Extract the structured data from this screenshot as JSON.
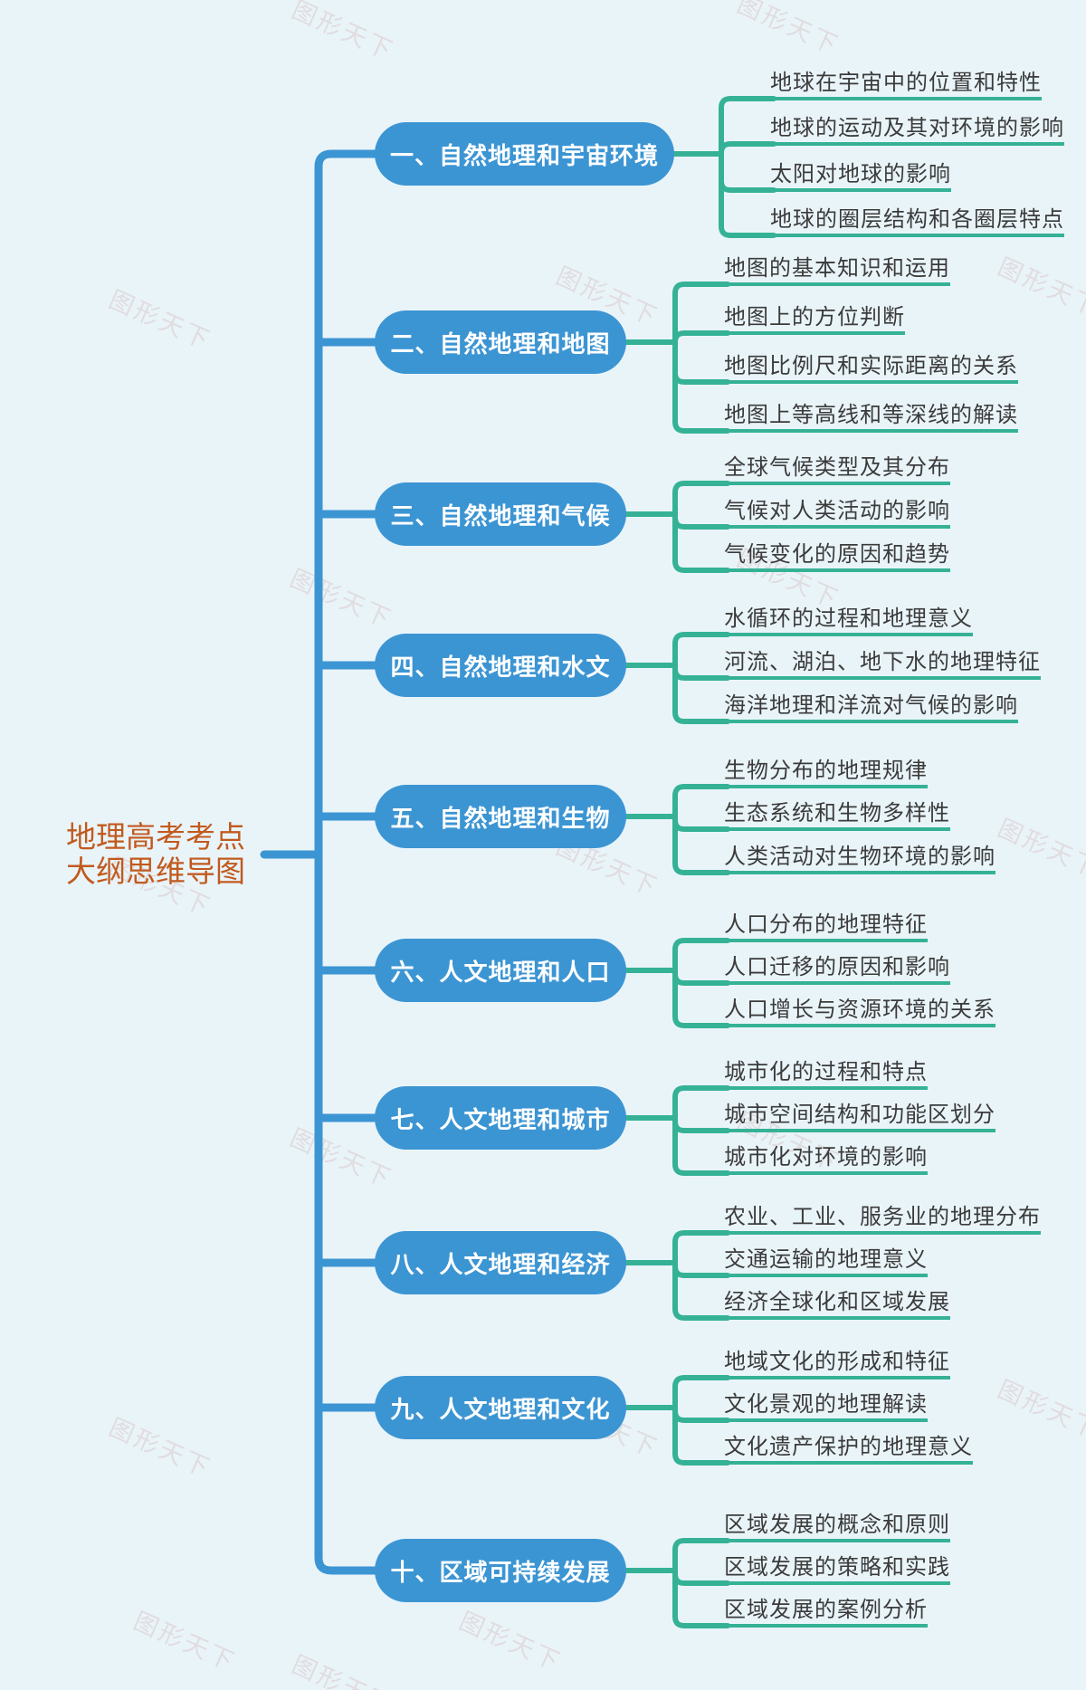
{
  "watermark": {
    "text": "图形天下"
  },
  "root": {
    "label": "地理高考考点大纲思维导图",
    "line1": "地理高考考点",
    "line2": "大纲思维导图"
  },
  "colors": {
    "background": "#E9F4F9",
    "branch_blue": "#3C95D3",
    "leaf_teal": "#35B296",
    "root_orange": "#C25A1E",
    "leaf_text": "#3B3B3B"
  },
  "branches": [
    {
      "label": "一、自然地理和宇宙环境",
      "children": [
        "地球在宇宙中的位置和特性",
        "地球的运动及其对环境的影响",
        "太阳对地球的影响",
        "地球的圈层结构和各圈层特点"
      ]
    },
    {
      "label": "二、自然地理和地图",
      "children": [
        "地图的基本知识和运用",
        "地图上的方位判断",
        "地图比例尺和实际距离的关系",
        "地图上等高线和等深线的解读"
      ]
    },
    {
      "label": "三、自然地理和气候",
      "children": [
        "全球气候类型及其分布",
        "气候对人类活动的影响",
        "气候变化的原因和趋势"
      ]
    },
    {
      "label": "四、自然地理和水文",
      "children": [
        "水循环的过程和地理意义",
        "河流、湖泊、地下水的地理特征",
        "海洋地理和洋流对气候的影响"
      ]
    },
    {
      "label": "五、自然地理和生物",
      "children": [
        "生物分布的地理规律",
        "生态系统和生物多样性",
        "人类活动对生物环境的影响"
      ]
    },
    {
      "label": "六、人文地理和人口",
      "children": [
        "人口分布的地理特征",
        "人口迁移的原因和影响",
        "人口增长与资源环境的关系"
      ]
    },
    {
      "label": "七、人文地理和城市",
      "children": [
        "城市化的过程和特点",
        "城市空间结构和功能区划分",
        "城市化对环境的影响"
      ]
    },
    {
      "label": "八、人文地理和经济",
      "children": [
        "农业、工业、服务业的地理分布",
        "交通运输的地理意义",
        "经济全球化和区域发展"
      ]
    },
    {
      "label": "九、人文地理和文化",
      "children": [
        "地域文化的形成和特征",
        "文化景观的地理解读",
        "文化遗产保护的地理意义"
      ]
    },
    {
      "label": "十、区域可持续发展",
      "children": [
        "区域发展的概念和原则",
        "区域发展的策略和实践",
        "区域发展的案例分析"
      ]
    }
  ]
}
